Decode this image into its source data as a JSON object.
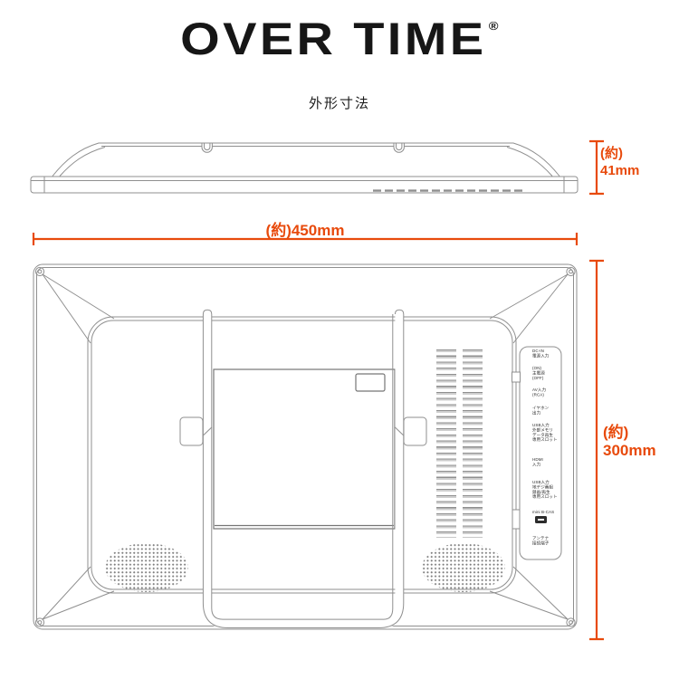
{
  "brand": {
    "logo": "OVER TIME",
    "registered_mark": "®"
  },
  "title": "外形寸法",
  "dimensions": {
    "accent_color": "#e84a0c",
    "width": {
      "label": "(約)450mm"
    },
    "depth": {
      "label": "(約)\n41mm"
    },
    "height": {
      "label": "(約)\n300mm"
    }
  },
  "port_labels": [
    {
      "name": "dc-in",
      "text": "DC-IN\n電源入力"
    },
    {
      "name": "main-power",
      "text": "(ON)\n主電源\n(OFF)"
    },
    {
      "name": "av-input",
      "text": "AV入力\n(RCA)"
    },
    {
      "name": "earphone",
      "text": "イヤホン\n出力"
    },
    {
      "name": "usb-media",
      "text": "USB入力\n外部メモリ\nデータ再生\n専用スロット"
    },
    {
      "name": "hdmi",
      "text": "HDMI\n入力"
    },
    {
      "name": "usb-rec",
      "text": "USB入力\n地デジ番組\n録画/再生\n専用スロット"
    },
    {
      "name": "bcas",
      "text": "mini B-CAS"
    },
    {
      "name": "antenna",
      "text": "アンテナ\n接続端子"
    }
  ]
}
